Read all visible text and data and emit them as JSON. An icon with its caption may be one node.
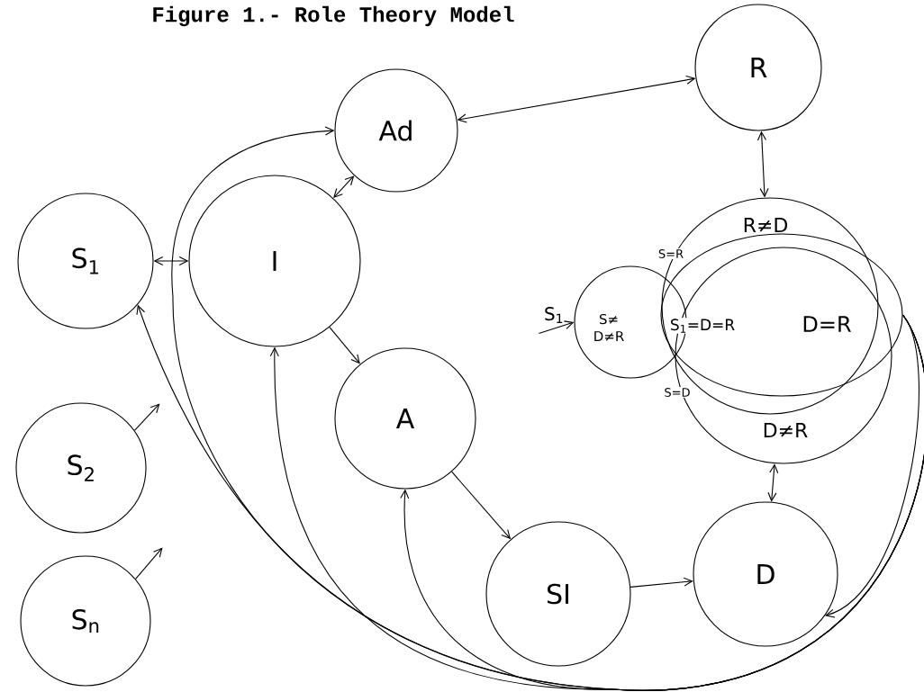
{
  "diagram": {
    "title": "Figure 1.- Role Theory Model",
    "nodes": [
      {
        "text": [
          "S$_{1}$"
        ]
      },
      {
        "text": [
          "S$_{2}$"
        ]
      },
      {
        "text": [
          "S$_{n}$"
        ]
      },
      {
        "text": [
          "I"
        ]
      },
      {
        "text": [
          "Ad"
        ]
      },
      {
        "text": [
          "A"
        ]
      },
      {
        "text": [
          "SI"
        ]
      },
      {
        "text": [
          "D"
        ]
      },
      {
        "text": [
          "R"
        ]
      },
      {
        "text": [
          "R≠D"
        ]
      },
      {
        "text": [
          "D≠R"
        ]
      },
      {
        "text": [
          "D=R"
        ]
      },
      {
        "text": [
          "S≠ D≠R"
        ]
      },
      {
        "text": [
          "S$_{1}$"
        ]
      }
    ],
    "edges": [
      {
        "from": 0,
        "to": 3,
        "arrow": "both"
      },
      {
        "from": 3,
        "to": 4,
        "arrow": "both"
      },
      {
        "from": 4,
        "to": 8,
        "arrow": "both"
      },
      {
        "from": 8,
        "to": 9,
        "arrow": "both"
      },
      {
        "from": 3,
        "to": 5,
        "arrow": "to"
      },
      {
        "from": 5,
        "to": 6,
        "arrow": "to"
      },
      {
        "from": 6,
        "to": 7,
        "arrow": "to"
      },
      {
        "from": 10,
        "to": 7,
        "arrow": "both"
      },
      {
        "from": 13,
        "to": 12,
        "arrow": "to"
      },
      {
        "from": 1,
        "to": null,
        "arrow": "to"
      },
      {
        "from": 2,
        "to": null,
        "arrow": "to"
      },
      {
        "from": 11,
        "to": 7,
        "arrow": "to"
      },
      {
        "from": 11,
        "to": 5,
        "arrow": "to"
      },
      {
        "from": 11,
        "to": 3,
        "arrow": "to"
      },
      {
        "from": 11,
        "to": 0,
        "arrow": "to"
      },
      {
        "from": 11,
        "to": 4,
        "arrow": "to"
      }
    ],
    "labels": [
      "S=R",
      "S$_{1}$=D=R",
      "S=D"
    ]
  }
}
